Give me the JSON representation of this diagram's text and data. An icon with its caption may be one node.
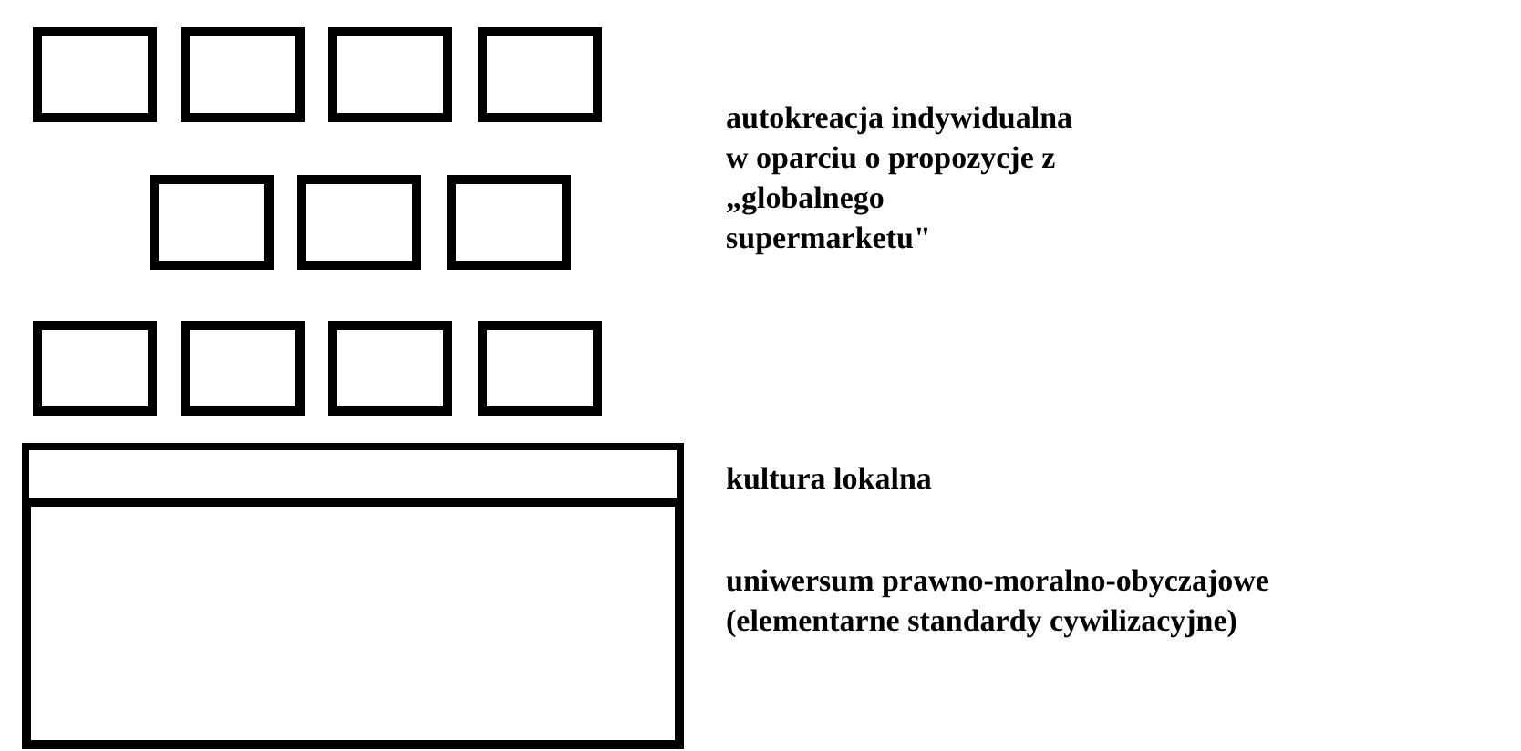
{
  "diagram": {
    "nodes": [
      {
        "text": [],
        "shape": "box"
      },
      {
        "text": [],
        "shape": "box"
      },
      {
        "text": [],
        "shape": "box"
      },
      {
        "text": [],
        "shape": "box"
      },
      {
        "text": [],
        "shape": "box"
      },
      {
        "text": [],
        "shape": "box"
      },
      {
        "text": [],
        "shape": "box"
      },
      {
        "text": [],
        "shape": "box"
      },
      {
        "text": [],
        "shape": "box"
      },
      {
        "text": [],
        "shape": "box"
      },
      {
        "text": [],
        "shape": "box"
      },
      {
        "text": [],
        "shape": "bar",
        "beside": [
          "kultura lokalna"
        ]
      },
      {
        "text": [],
        "shape": "box",
        "beside": [
          "uniwersum prawno-moralno-obyczajowe (elementarne standardy cywilizacyjne)"
        ]
      }
    ],
    "labels": [
      "autokreacja indywidualna w oparciu o propozycje z „globalnego supermarketu\""
    ]
  }
}
